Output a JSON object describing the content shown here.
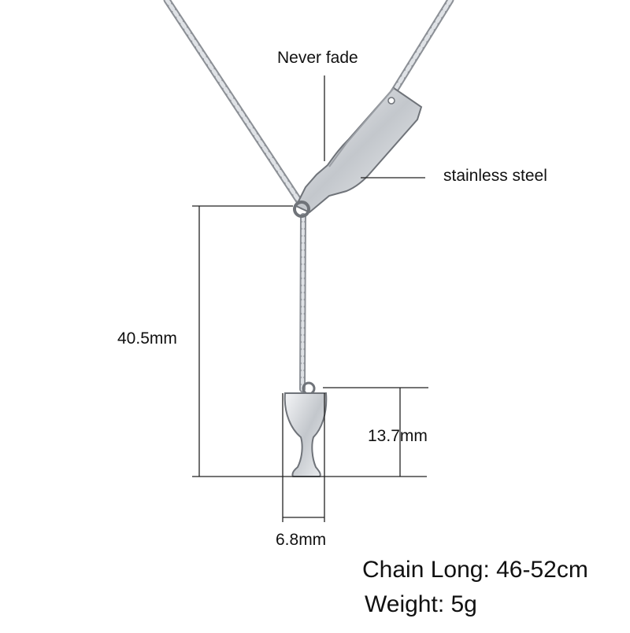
{
  "labels": {
    "never_fade": "Never fade",
    "stainless_steel": "stainless steel",
    "total_length": "40.5mm",
    "glass_height": "13.7mm",
    "glass_width": "6.8mm"
  },
  "specs": {
    "chain_long": "Chain Long: 46-52cm",
    "weight": "Weight: 5g"
  },
  "colors": {
    "background": "#ffffff",
    "metal": "#c9ccd1",
    "metal_dark": "#8a8e94",
    "dimension_line": "#222222"
  }
}
